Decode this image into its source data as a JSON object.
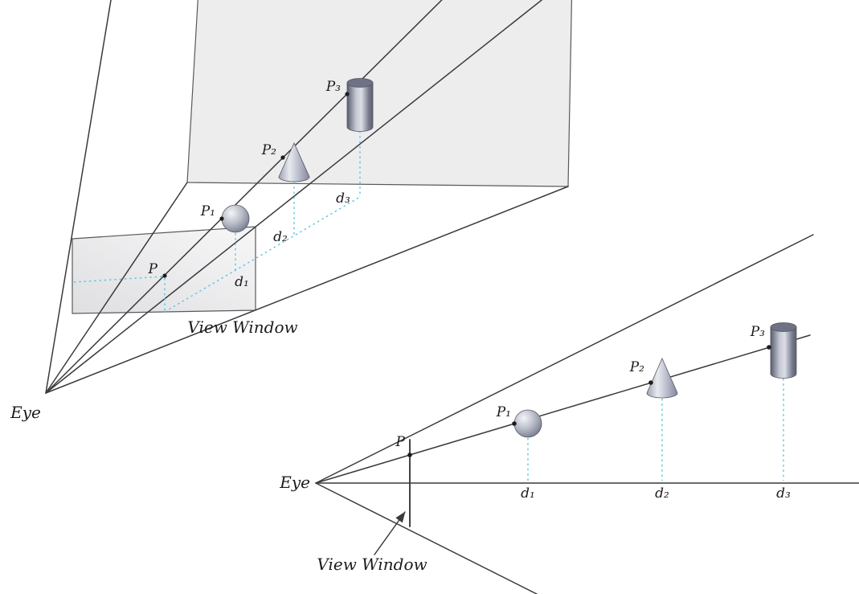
{
  "figure": {
    "description": "Perspective ray-casting figure: an eye point looks through a view window at a sphere, a cone and a cylinder; shown in a 3D perspective view (top left) and a 2D side view (bottom right)."
  },
  "colors": {
    "page_bg": "#ffffff",
    "line": "#3a3a3e",
    "dashed_line": "#5ac4e4",
    "plane_fill": "#ededee",
    "plane_stroke": "#59595d",
    "label_color": "#1c1c1e"
  },
  "view3d": {
    "name": "3D perspective view",
    "eye_label": "Eye",
    "window_label": "View Window",
    "objects": [
      "sphere",
      "cone",
      "cylinder"
    ],
    "labels": {
      "p": "P",
      "p1": "P₁",
      "p2": "P₂",
      "p3": "P₃",
      "d1": "d₁",
      "d2": "d₂",
      "d3": "d₃"
    }
  },
  "view2d": {
    "name": "2D side view",
    "eye_label": "Eye",
    "window_label": "View Window",
    "objects": [
      "sphere",
      "cone",
      "cylinder"
    ],
    "labels": {
      "p": "P",
      "p1": "P₁",
      "p2": "P₂",
      "p3": "P₃",
      "d1": "d₁",
      "d2": "d₂",
      "d3": "d₃"
    }
  }
}
